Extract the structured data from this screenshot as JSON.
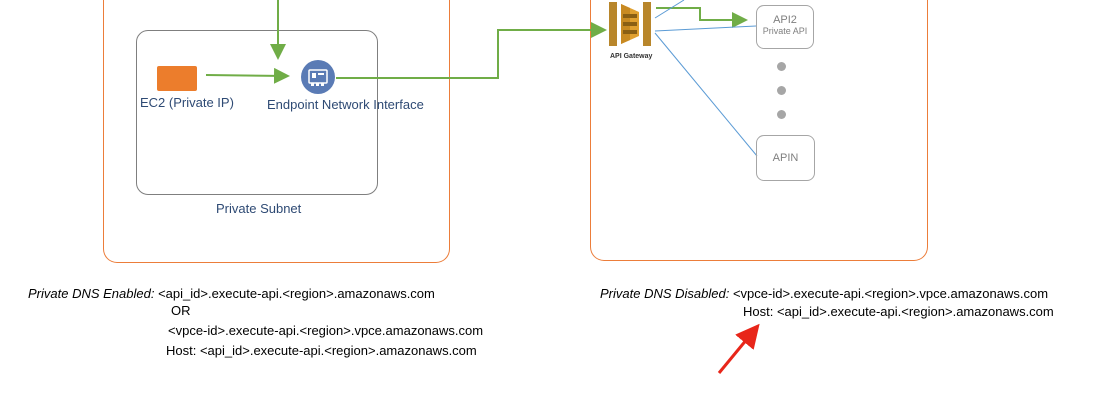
{
  "left_vpc": {
    "subnet_label": "Private Subnet",
    "ec2_label": "EC2 (Private IP)",
    "endpoint_label": "Endpoint Network Interface"
  },
  "right_vpc": {
    "gateway_label": "API Gateway",
    "api2_name": "API2",
    "api2_sub": "Private API",
    "apin_name": "APIN"
  },
  "notes": {
    "enabled_heading": "Private DNS Enabled:",
    "enabled_line1": "<api_id>.execute-api.<region>.amazonaws.com",
    "enabled_or": "OR",
    "enabled_line2": "<vpce-id>.execute-api.<region>.vpce.amazonaws.com",
    "enabled_line3": "Host: <api_id>.execute-api.<region>.amazonaws.com",
    "disabled_heading": "Private DNS Disabled:",
    "disabled_line1": "<vpce-id>.execute-api.<region>.vpce.amazonaws.com",
    "disabled_line2": "Host: <api_id>.execute-api.<region>.amazonaws.com"
  },
  "colors": {
    "flow_arrow": "#70ad47",
    "vpc_border": "#ec7d3a",
    "callout_arrow": "#e8261a",
    "connector_line": "#5b9bd5"
  },
  "icons": [
    "ec2-instance-icon",
    "endpoint-interface-icon",
    "api-gateway-icon",
    "red-callout-arrow-icon"
  ]
}
